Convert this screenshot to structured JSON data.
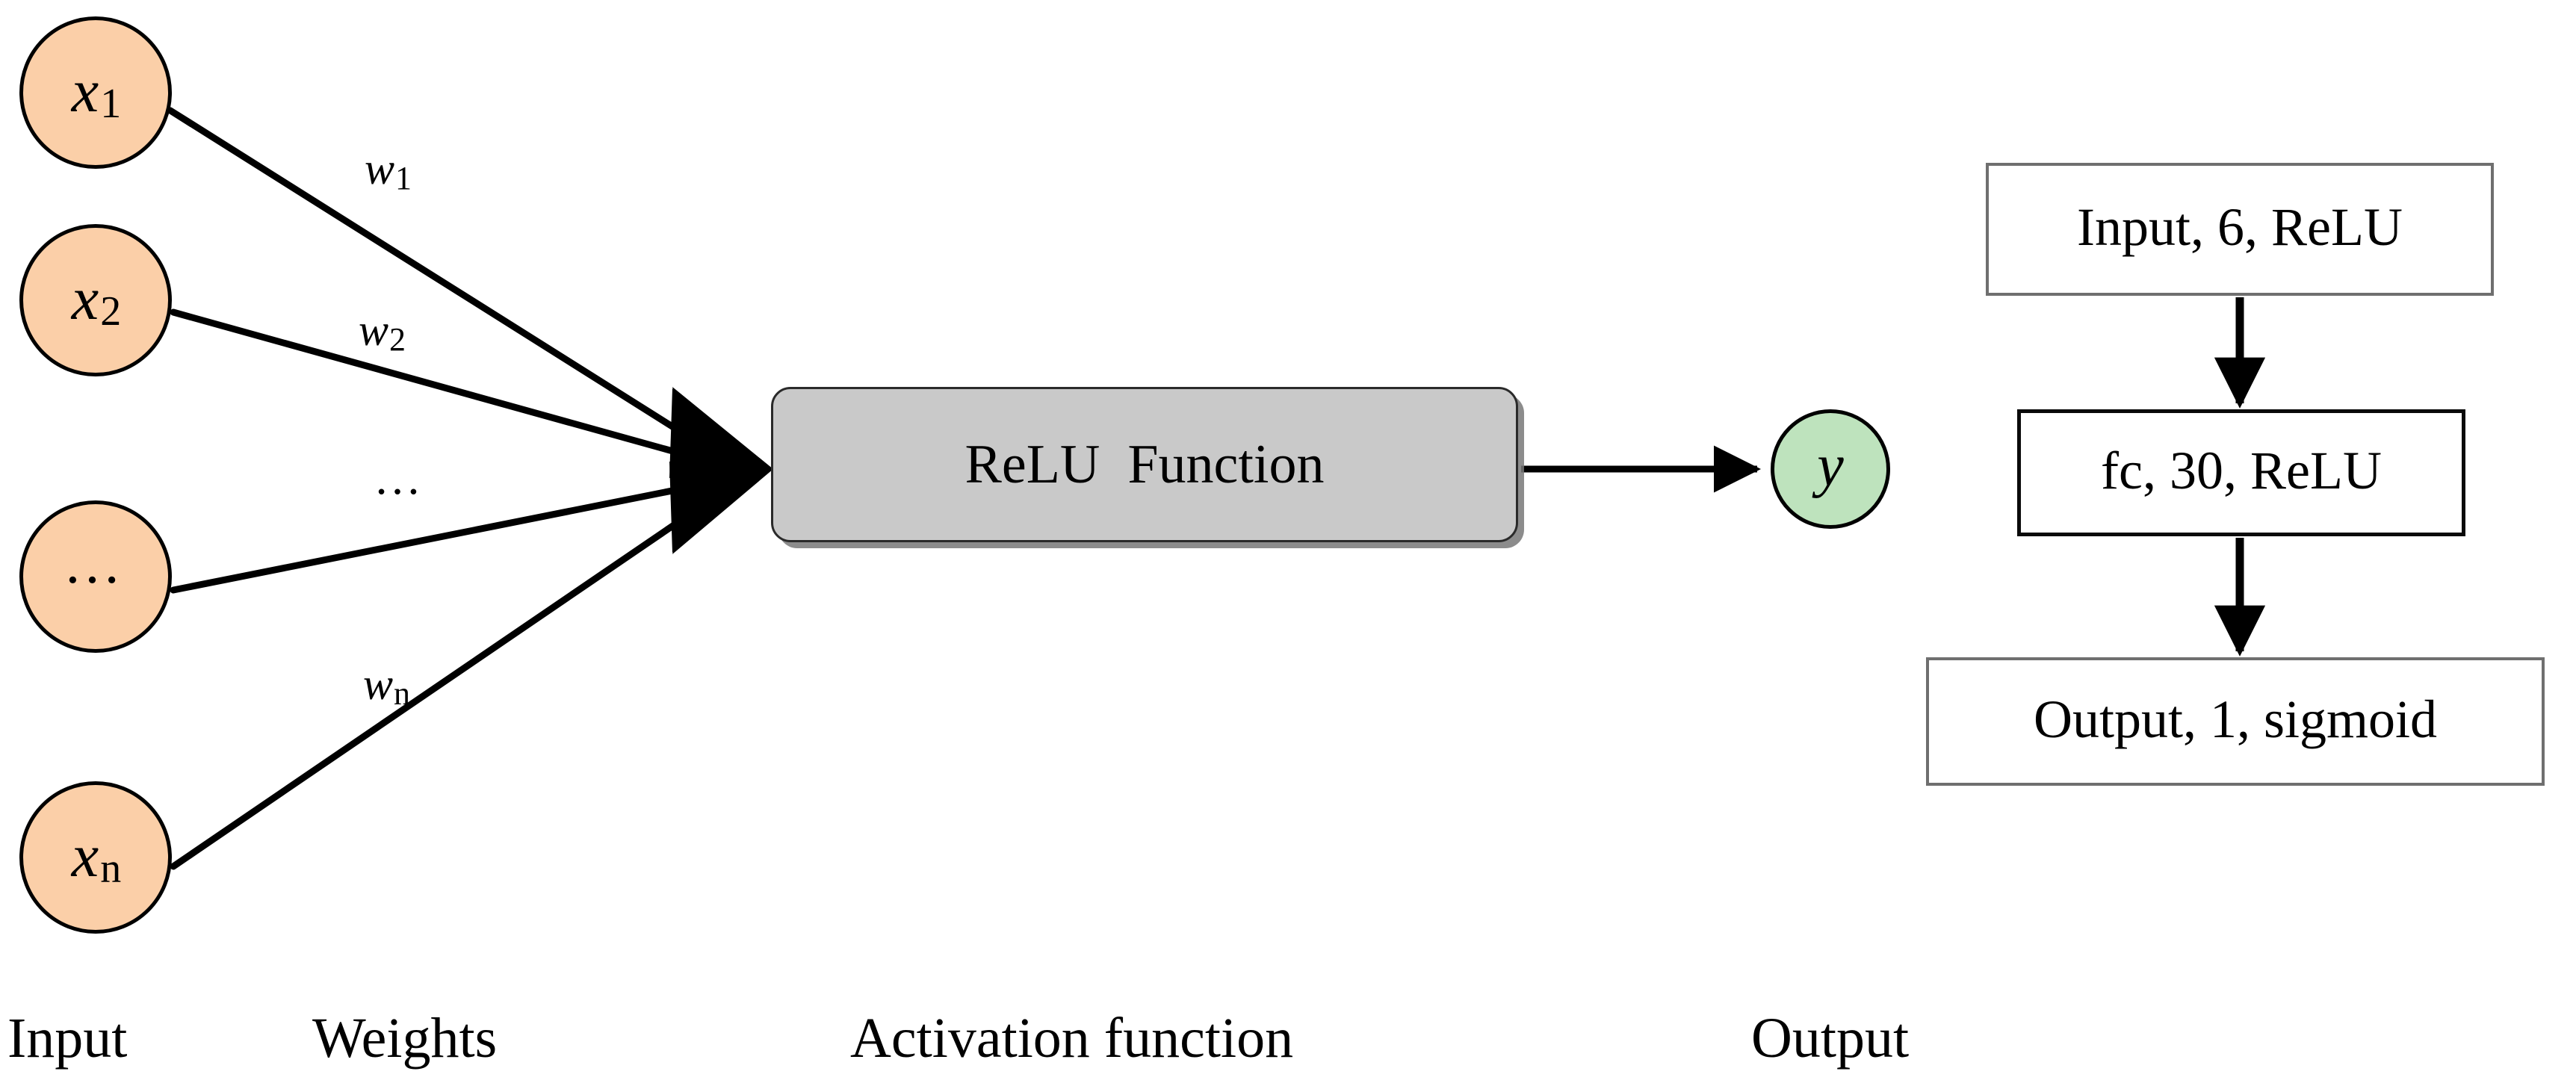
{
  "figure": {
    "title": "Artificial neuron model with ReLU activation and network architecture",
    "colors": {
      "input_node_fill": "#FBCFA8",
      "output_node_fill": "#BEE3BD",
      "activation_box_fill": "#C9C9C9",
      "stroke": "#000000",
      "arch_box_fill": "#FFFFFF",
      "arch_box_border_gray": "#6F6F6F",
      "arch_box_border_black": "#0A0A0A",
      "background": "#FFFFFF"
    }
  },
  "neuron": {
    "inputs": [
      {
        "id": "x1",
        "base": "x",
        "sub": "1",
        "is_ellipsis": false
      },
      {
        "id": "x2",
        "base": "x",
        "sub": "2",
        "is_ellipsis": false
      },
      {
        "id": "x_dots",
        "base": "…",
        "sub": "",
        "is_ellipsis": true
      },
      {
        "id": "xn",
        "base": "x",
        "sub": "n",
        "is_ellipsis": false
      }
    ],
    "weights": [
      {
        "id": "w1",
        "base": "w",
        "sub": "1",
        "is_ellipsis": false
      },
      {
        "id": "w2",
        "base": "w",
        "sub": "2",
        "is_ellipsis": false
      },
      {
        "id": "w_dots",
        "base": "…",
        "sub": "",
        "is_ellipsis": true
      },
      {
        "id": "wn",
        "base": "w",
        "sub": "n",
        "is_ellipsis": false
      }
    ],
    "activation": {
      "label": "ReLU  Function"
    },
    "output": {
      "base": "y"
    }
  },
  "captions": {
    "input": "Input",
    "weights": "Weights",
    "activation": "Activation function",
    "output": "Output"
  },
  "architecture": {
    "layers": [
      {
        "id": "layer-input",
        "label": "Input, 6, ReLU"
      },
      {
        "id": "layer-fc",
        "label": "fc, 30, ReLU"
      },
      {
        "id": "layer-output",
        "label": "Output, 1, sigmoid"
      }
    ]
  }
}
